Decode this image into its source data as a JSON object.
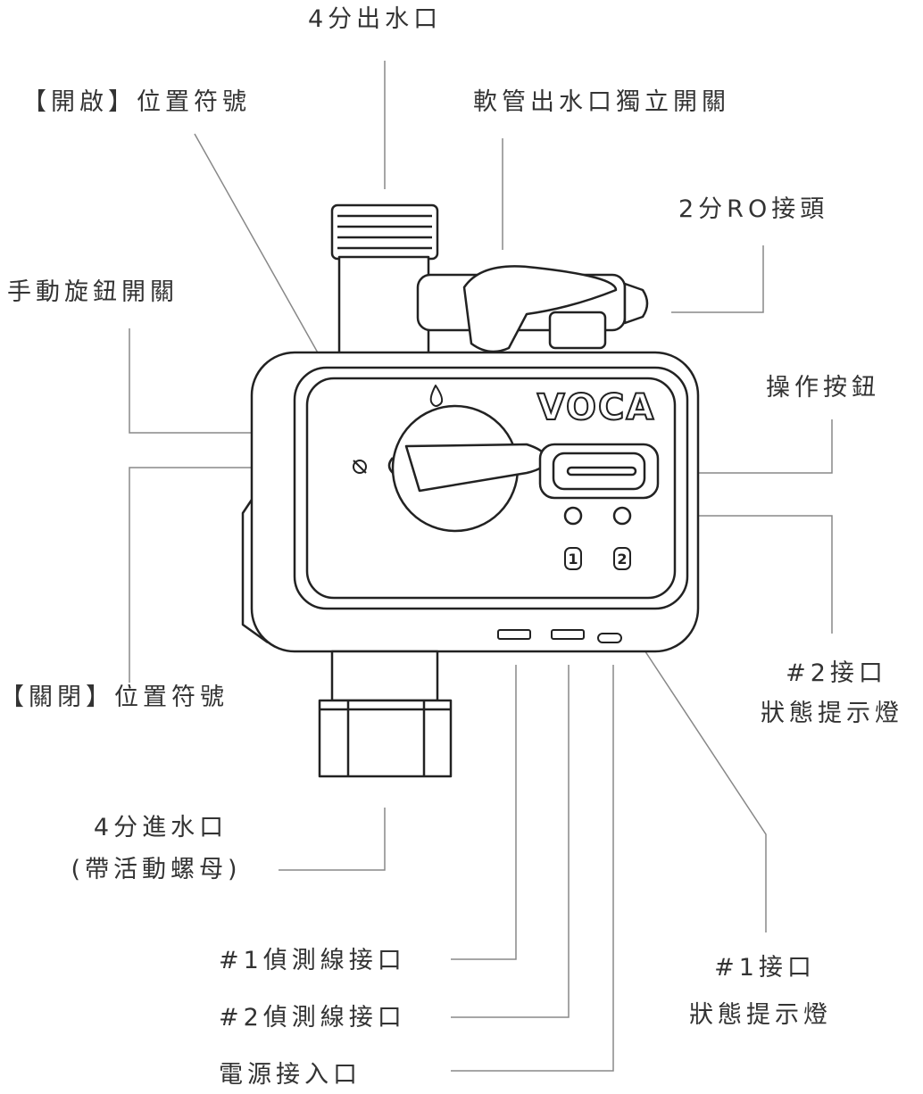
{
  "labels": {
    "outlet_4fen": "4分出水口",
    "open_symbol": "【開啟】位置符號",
    "hose_switch": "軟管出水口獨立開關",
    "ro_2fen": "2分RO接頭",
    "manual_knob": "手動旋鈕開關",
    "operate_button": "操作按鈕",
    "close_symbol": "【關閉】位置符號",
    "port2_light_line1": "#2接口",
    "port2_light_line2": "狀態提示燈",
    "inlet_line1": "4分進水口",
    "inlet_line2": "(帶活動螺母)",
    "sensor1": "#1偵測線接口",
    "sensor2": "#2偵測線接口",
    "power": "電源接入口",
    "port1_light_line1": "#1接口",
    "port1_light_line2": "狀態提示燈"
  },
  "device": {
    "brand": "VOCA",
    "led1_number": "1",
    "led2_number": "2"
  },
  "colors": {
    "line": "#888888",
    "outline": "#222222",
    "text": "#333333"
  }
}
